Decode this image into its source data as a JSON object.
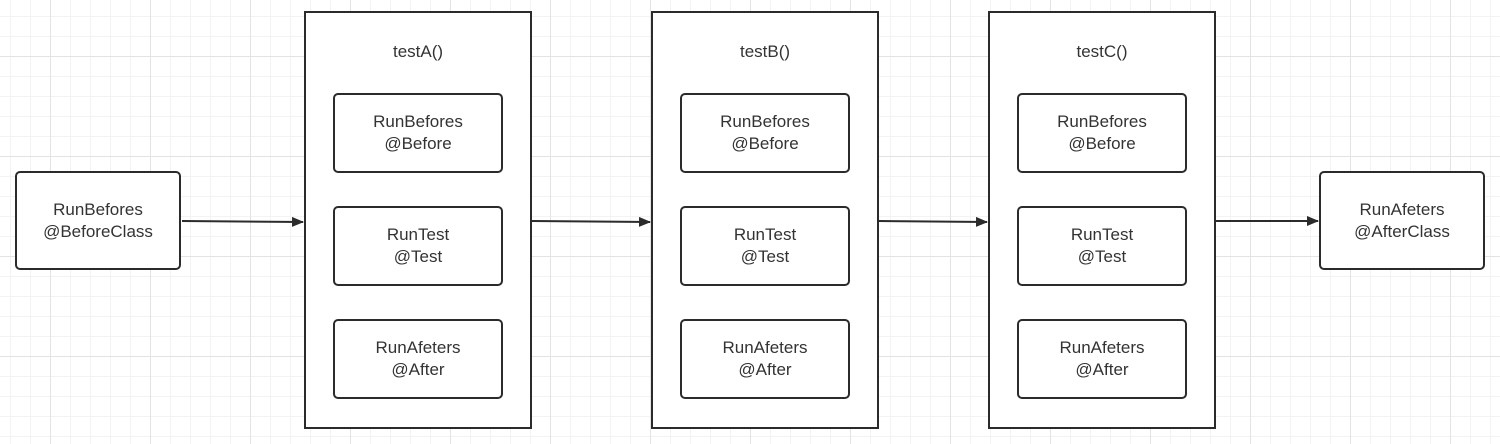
{
  "start_node": {
    "line1": "RunBefores",
    "line2": "@BeforeClass"
  },
  "end_node": {
    "line1": "RunAfeters",
    "line2": "@AfterClass"
  },
  "tests": [
    {
      "title": "testA()",
      "steps": [
        {
          "line1": "RunBefores",
          "line2": "@Before"
        },
        {
          "line1": "RunTest",
          "line2": "@Test"
        },
        {
          "line1": "RunAfeters",
          "line2": "@After"
        }
      ]
    },
    {
      "title": "testB()",
      "steps": [
        {
          "line1": "RunBefores",
          "line2": "@Before"
        },
        {
          "line1": "RunTest",
          "line2": "@Test"
        },
        {
          "line1": "RunAfeters",
          "line2": "@After"
        }
      ]
    },
    {
      "title": "testC()",
      "steps": [
        {
          "line1": "RunBefores",
          "line2": "@Before"
        },
        {
          "line1": "RunTest",
          "line2": "@Test"
        },
        {
          "line1": "RunAfeters",
          "line2": "@After"
        }
      ]
    }
  ]
}
